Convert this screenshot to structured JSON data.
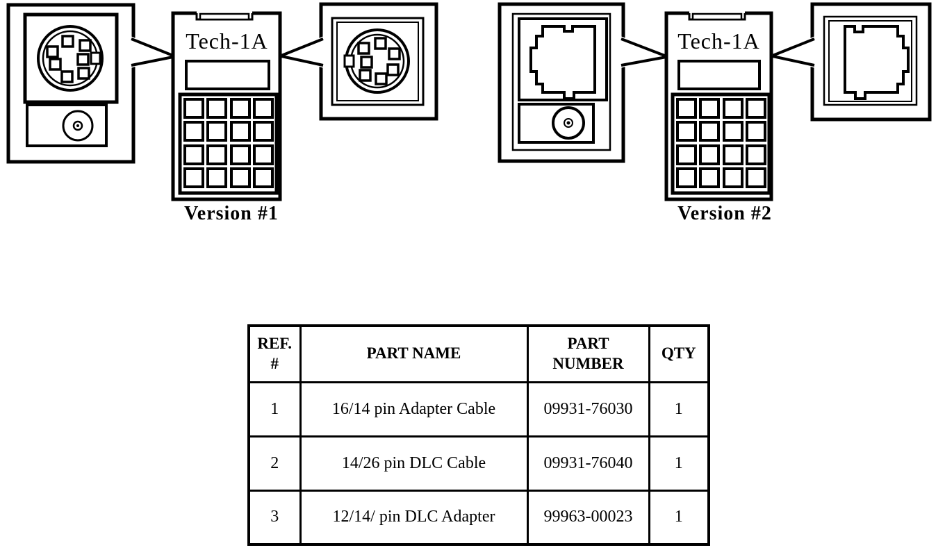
{
  "figure": {
    "version1": {
      "device_label": "Tech-1A",
      "caption": "Version #1",
      "left_connector_icon": "round-7pin-din-connector-icon",
      "right_connector_icon": "round-7pin-din-connector-icon"
    },
    "version2": {
      "device_label": "Tech-1A",
      "caption": "Version #2",
      "left_connector_icon": "rectangular-keyed-dlc-connector-icon",
      "right_connector_icon": "rectangular-keyed-dlc-connector-icon"
    }
  },
  "parts_table": {
    "headers": [
      "REF.\n#",
      "PART NAME",
      "PART\nNUMBER",
      "QTY"
    ],
    "rows": [
      {
        "ref": "1",
        "part_name": "16/14 pin Adapter Cable",
        "part_number": "09931-76030",
        "qty": "1"
      },
      {
        "ref": "2",
        "part_name": "14/26 pin DLC Cable",
        "part_number": "09931-76040",
        "qty": "1"
      },
      {
        "ref": "3",
        "part_name": "12/14/ pin DLC Adapter",
        "part_number": "99963-00023",
        "qty": "1"
      }
    ]
  },
  "colors": {
    "ink": "#000000",
    "paper": "#ffffff"
  }
}
